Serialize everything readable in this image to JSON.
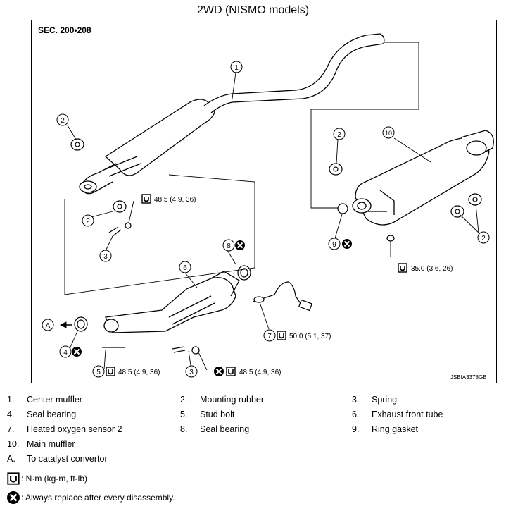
{
  "title": "2WD (NISMO models)",
  "section": "SEC. 200•208",
  "figure_code": "JSBIA3378GB",
  "callouts": {
    "c1": "1",
    "c2a": "2",
    "c2b": "2",
    "c2c": "2",
    "c2d": "2",
    "c3a": "3",
    "c3b": "3",
    "c4": "4",
    "c5": "5",
    "c6": "6",
    "c7": "7",
    "c8": "8",
    "c9": "9",
    "c10": "10",
    "cA": "A"
  },
  "torques": {
    "t1": "48.5 (4.9, 36)",
    "t2": "35.0 (3.6, 26)",
    "t3": "50.0 (5.1, 37)",
    "t4": "48.5 (4.9, 36)",
    "t5": "48.5 (4.9, 36)"
  },
  "legend": [
    {
      "num": "1.",
      "text": "Center muffler"
    },
    {
      "num": "2.",
      "text": "Mounting rubber"
    },
    {
      "num": "3.",
      "text": "Spring"
    },
    {
      "num": "4.",
      "text": "Seal bearing"
    },
    {
      "num": "5.",
      "text": "Stud bolt"
    },
    {
      "num": "6.",
      "text": "Exhaust front tube"
    },
    {
      "num": "7.",
      "text": "Heated oxygen sensor 2"
    },
    {
      "num": "8.",
      "text": "Seal bearing"
    },
    {
      "num": "9.",
      "text": "Ring gasket"
    },
    {
      "num": "10.",
      "text": "Main muffler"
    },
    {
      "num": "A.",
      "text": "To catalyst convertor"
    }
  ],
  "symbols": {
    "torque": ": N·m (kg-m, ft-lb)",
    "replace": ": Always replace after every disassembly."
  },
  "icons": [
    "torque-wrench-icon",
    "replace-part-icon"
  ]
}
